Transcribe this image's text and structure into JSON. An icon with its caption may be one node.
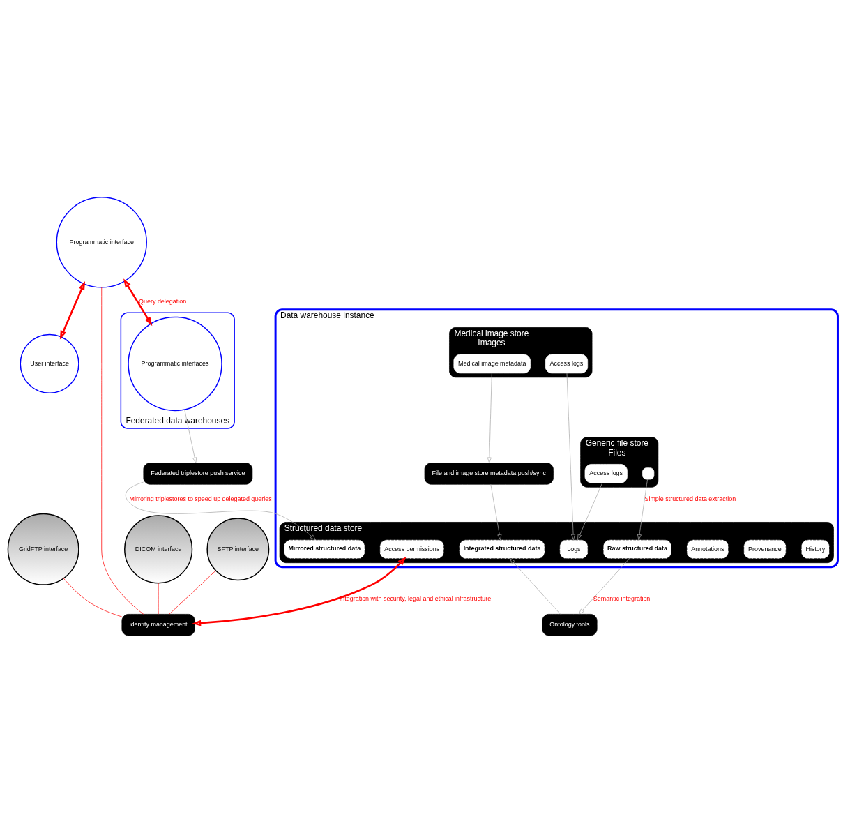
{
  "diagram": {
    "nodes": [
      {
        "text": [
          "Data warehouse instance"
        ]
      },
      {
        "text": [
          "Structured data store"
        ],
        "in": 0
      },
      {
        "text": [
          "History"
        ],
        "in": 1
      },
      {
        "text": [
          "Provenance"
        ],
        "in": 1
      },
      {
        "text": [
          "Annotations"
        ],
        "in": 1
      },
      {
        "text": [
          "Integrated structured data"
        ],
        "in": 1
      },
      {
        "text": [
          "Raw structured data"
        ],
        "in": 1
      },
      {
        "text": [
          "Logs"
        ],
        "in": 1
      },
      {
        "text": [
          "Access permissions"
        ],
        "in": 1
      },
      {
        "text": [
          "Mirrored structured data"
        ],
        "in": 1
      },
      {
        "text": [
          "File and image store metadata push/sync"
        ],
        "in": 0
      },
      {
        "text": [
          "Medical image store",
          "Images"
        ],
        "in": 0
      },
      {
        "text": [
          "Medical image metadata"
        ],
        "in": 11
      },
      {
        "text": [
          "Access logs"
        ],
        "in": 11
      },
      {
        "text": [
          "Generic file store",
          "Files"
        ],
        "in": 0
      },
      {
        "text": [],
        "shape": "box",
        "in": 14
      },
      {
        "text": [
          "Access logs"
        ],
        "in": 14
      },
      {
        "text": [
          "DICOM interface"
        ]
      },
      {
        "text": [
          "SFTP interface"
        ]
      },
      {
        "text": [
          "GridFTP interface"
        ]
      },
      {
        "text": [
          "Programmatic interface"
        ]
      },
      {
        "text": [
          "User interface"
        ]
      },
      {
        "text": [
          "Ontology tools"
        ]
      },
      {
        "text": [
          "Federated triplestore push service"
        ]
      },
      {
        "text": [
          "identity management"
        ]
      },
      {
        "text": [
          "Federated data warehouses"
        ]
      },
      {
        "text": [
          "Programmatic interfaces"
        ],
        "in": 25
      }
    ],
    "edges": [
      {
        "from": 6,
        "to": 22,
        "arrow": "to",
        "label": "Semantic integration"
      },
      {
        "from": 22,
        "to": 5,
        "arrow": "to"
      },
      {
        "from": 10,
        "to": 5,
        "arrow": "to"
      },
      {
        "from": 12,
        "to": 10,
        "arrow": "to"
      },
      {
        "from": 13,
        "to": 7,
        "arrow": "to"
      },
      {
        "from": 16,
        "to": 7,
        "arrow": "to"
      },
      {
        "from": 15,
        "to": 6,
        "arrow": "to",
        "label": "Simple structured data extraction"
      },
      {
        "from": 23,
        "to": 9,
        "arrow": "to",
        "label": "Mirroring triplestores to speed up delegated queries"
      },
      {
        "from": 26,
        "to": 23,
        "arrow": "to"
      },
      {
        "from": 20,
        "to": 21,
        "arrow": "both",
        "style": "thick",
        "color": "#ff0000"
      },
      {
        "from": 20,
        "to": 26,
        "arrow": "both",
        "style": "thick",
        "color": "#ff0000",
        "label": "Query delegation"
      },
      {
        "from": 8,
        "to": 24,
        "arrow": "both",
        "style": "thick",
        "color": "#ff0000",
        "label": "Integration with security, legal and ethical infrastructure"
      },
      {
        "from": 17,
        "to": 24,
        "arrow": "none",
        "color": "#ff0000"
      },
      {
        "from": 18,
        "to": 24,
        "arrow": "none",
        "color": "#ff0000"
      },
      {
        "from": 19,
        "to": 24,
        "arrow": "none",
        "color": "#ff0000"
      },
      {
        "from": 20,
        "to": 24,
        "arrow": "none",
        "color": "#ff0000"
      }
    ]
  }
}
